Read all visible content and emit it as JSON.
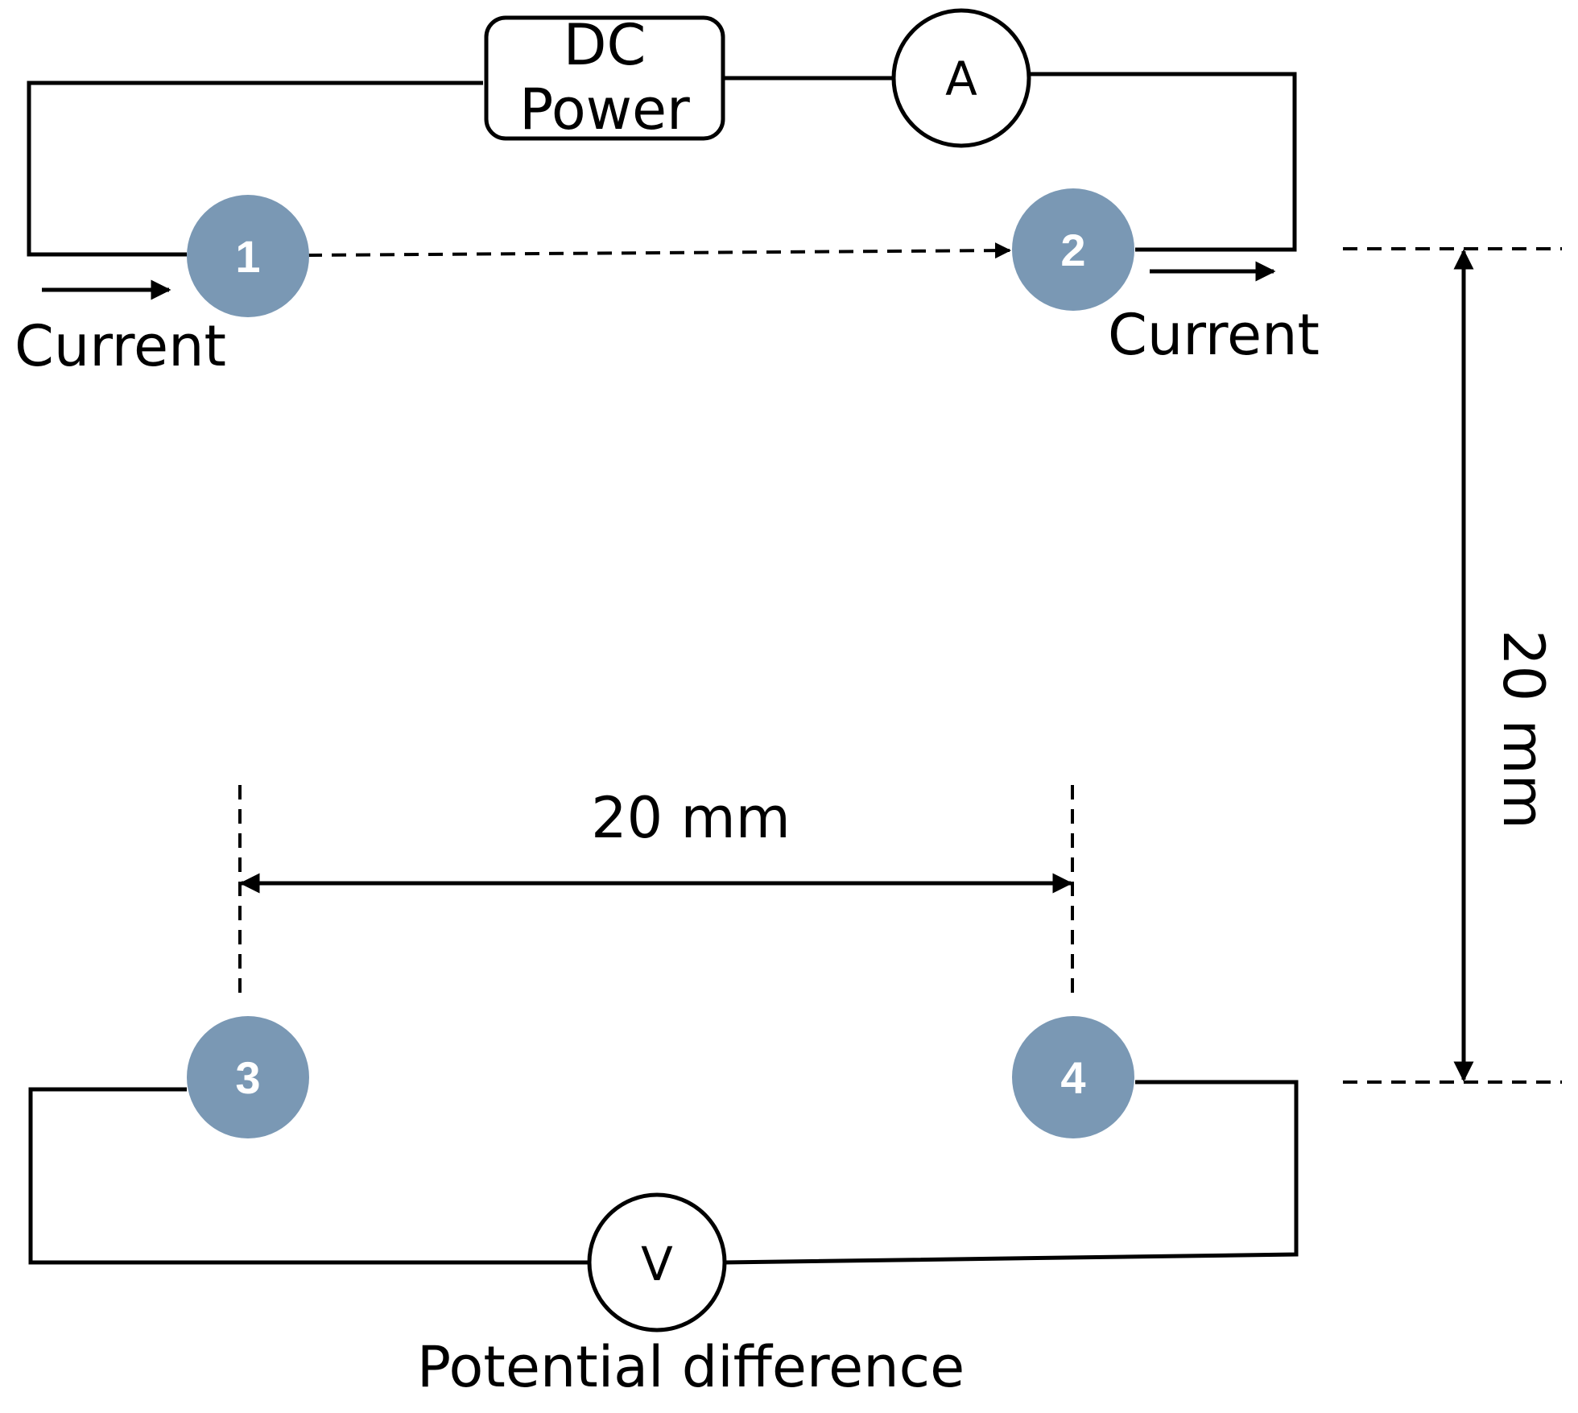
{
  "power_supply": {
    "line1": "DC",
    "line2": "Power"
  },
  "ammeter": {
    "symbol": "A"
  },
  "voltmeter": {
    "symbol": "V"
  },
  "electrodes": [
    {
      "label": "1"
    },
    {
      "label": "2"
    },
    {
      "label": "3"
    },
    {
      "label": "4"
    }
  ],
  "labels": {
    "current_left": "Current",
    "current_right": "Current",
    "potential_difference": "Potential difference",
    "horizontal_spacing": "20 mm",
    "vertical_spacing": "20 mm"
  },
  "colors": {
    "electrode_fill": "#7a98b4",
    "line": "#000000",
    "background": "#ffffff"
  }
}
